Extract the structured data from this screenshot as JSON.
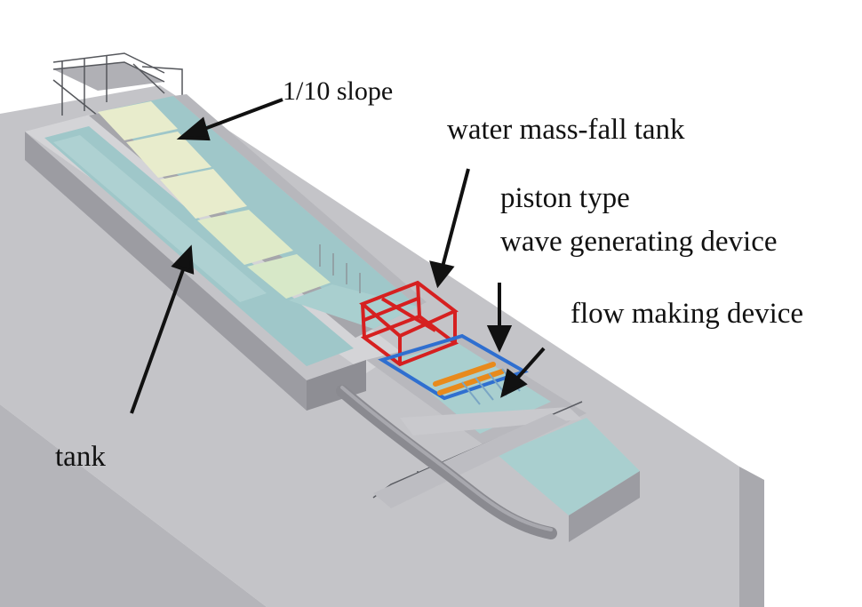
{
  "labels": {
    "slope": "1/10 slope",
    "water_mass_fall_tank": "water mass-fall tank",
    "piston_line1": "piston type",
    "piston_line2": "wave generating device",
    "flow_making_device": "flow making device",
    "tank": "tank"
  },
  "colors": {
    "ground": "#c4c4c8",
    "ground_edge": "#a9a9ae",
    "wall_top": "#d4d4d7",
    "wall_side": "#9c9ca2",
    "water": "#9fc7c9",
    "water_light": "#b9d8d6",
    "slope_panel": "#e8eccc",
    "slope_panel_green": "#d7e8c8",
    "red_frame": "#d62020",
    "blue_frame": "#2f6fd0",
    "orange_piston": "#e88a1c",
    "pipe": "#8a8a90",
    "arrow": "#111111"
  }
}
